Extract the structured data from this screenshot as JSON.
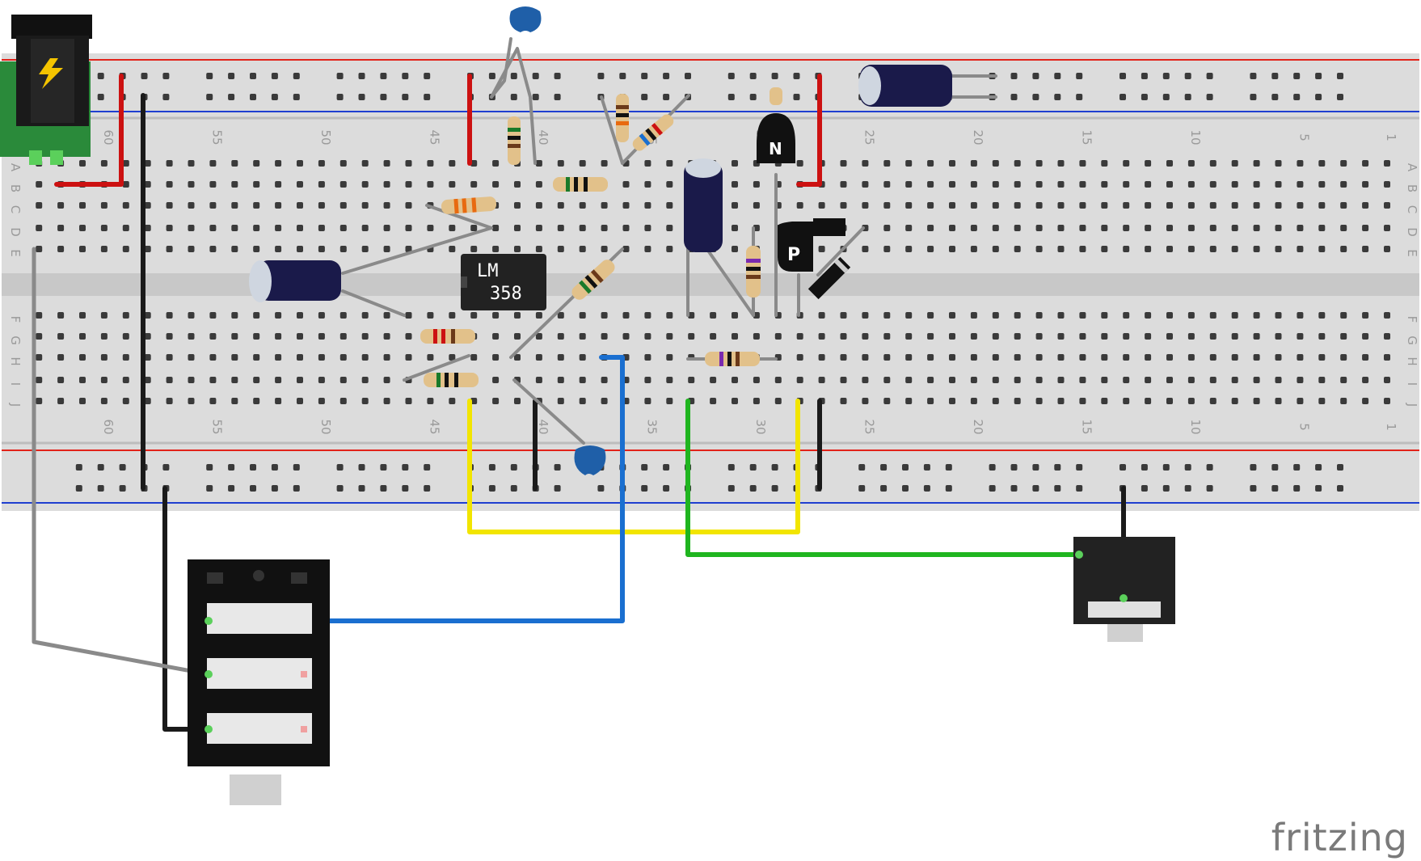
{
  "watermark": "fritzing",
  "chip": {
    "line1": "LM",
    "line2": "358"
  },
  "transistors": {
    "npn_letter": "N",
    "pnp_letter": "P"
  },
  "breadboard": {
    "row_letters": [
      "A",
      "B",
      "C",
      "D",
      "E",
      "F",
      "G",
      "H",
      "I",
      "J"
    ],
    "column_numbers": [
      "60",
      "55",
      "50",
      "45",
      "40",
      "35",
      "30",
      "25",
      "20",
      "15",
      "10",
      "5",
      "1"
    ]
  },
  "colors": {
    "board": "#dcdcdc",
    "rail_red": "#e2231a",
    "rail_blue": "#1f3fd0",
    "wire_red": "#cc1111",
    "wire_black": "#1a1a1a",
    "wire_yellow": "#f2e500",
    "wire_green": "#1fb51f",
    "wire_blue": "#1a6fd0",
    "wire_gray": "#8a8a8a",
    "electrolytic": "#1a1a4a",
    "ceramic": "#1f5fa8",
    "pcb_green": "#2a8a3a"
  },
  "icons": {
    "power_jack": "lightning-bolt-icon",
    "watermark": "fritzing-logo"
  }
}
